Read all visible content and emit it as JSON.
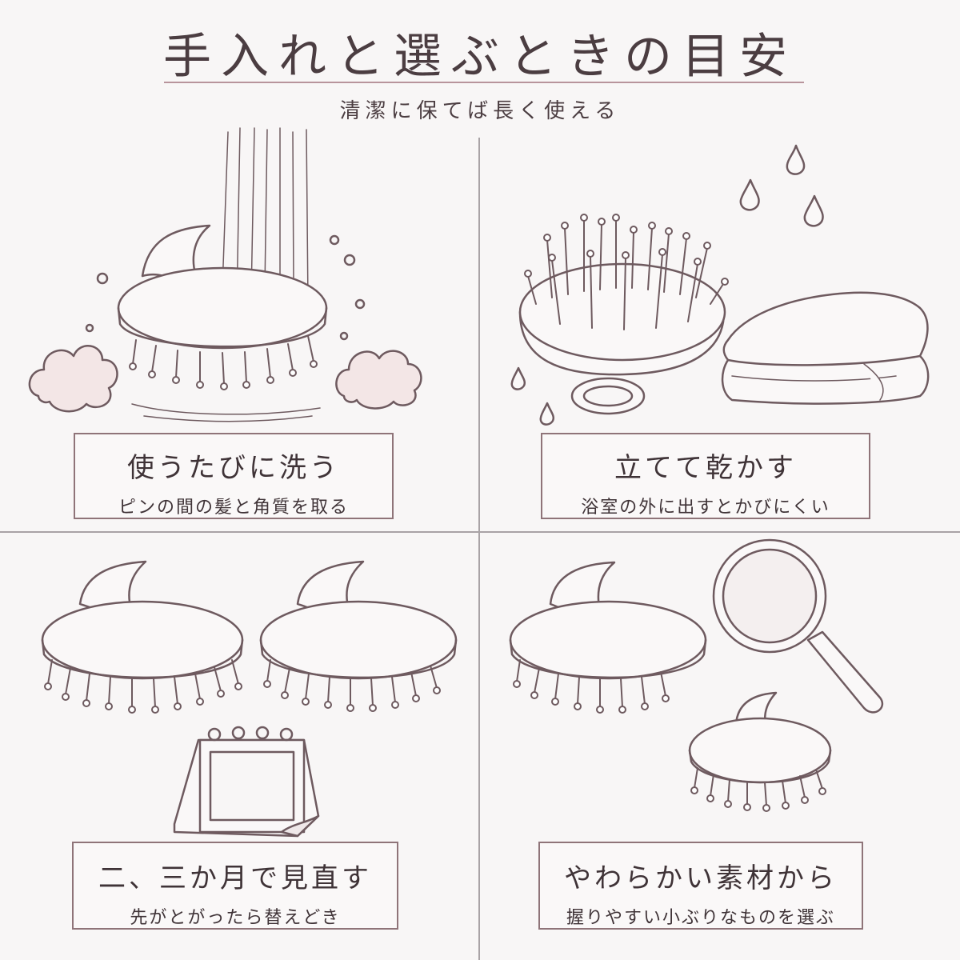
{
  "header": {
    "title": "手入れと選ぶときの目安",
    "subtitle": "清潔に保てば長く使える"
  },
  "panels": [
    {
      "title": "使うたびに洗う",
      "subtitle": "ピンの間の髪と角質を取る"
    },
    {
      "title": "立てて乾かす",
      "subtitle": "浴室の外に出すとかびにくい"
    },
    {
      "title": "二、三か月で見直す",
      "subtitle": "先がとがったら替えどき"
    },
    {
      "title": "やわらかい素材から",
      "subtitle": "握りやすい小ぶりなものを選ぶ"
    }
  ],
  "colors": {
    "background": "#f8f6f6",
    "line": "#6e5a5f",
    "accent": "#b8949c",
    "foam": "#f3e6e6"
  }
}
